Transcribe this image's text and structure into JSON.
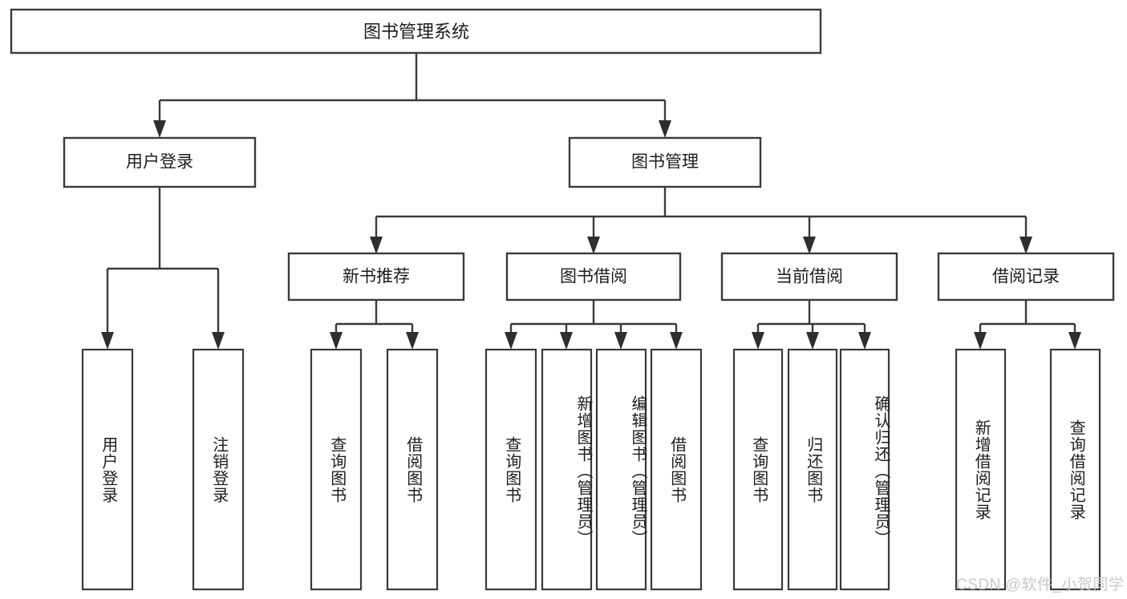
{
  "diagram": {
    "type": "tree",
    "title": "图书管理系统",
    "orientation": "top-down",
    "background_color": "#ffffff",
    "line_color": "#3a3a3a",
    "text_color": "#1d1d1d",
    "box_fill": "#ffffff"
  },
  "nodes": {
    "root": {
      "label": "图书管理系统",
      "level": 0
    },
    "l1": [
      {
        "id": "user_login",
        "label": "用户登录"
      },
      {
        "id": "book_mgmt",
        "label": "图书管理"
      }
    ],
    "l2": [
      {
        "id": "new_book_rec",
        "label": "新书推荐",
        "parent": "book_mgmt"
      },
      {
        "id": "book_borrow",
        "label": "图书借阅",
        "parent": "book_mgmt"
      },
      {
        "id": "current_borrow",
        "label": "当前借阅",
        "parent": "book_mgmt"
      },
      {
        "id": "borrow_record",
        "label": "借阅记录",
        "parent": "book_mgmt"
      }
    ],
    "leaves": [
      {
        "id": "leaf_user_login",
        "label": "用户登录",
        "parent": "user_login"
      },
      {
        "id": "leaf_user_logout",
        "label": "注销登录",
        "parent": "user_login"
      },
      {
        "id": "leaf_rec_query",
        "label": "查询图书",
        "parent": "new_book_rec"
      },
      {
        "id": "leaf_rec_borrow",
        "label": "借阅图书",
        "parent": "new_book_rec"
      },
      {
        "id": "leaf_borrow_query",
        "label": "查询图书",
        "parent": "book_borrow"
      },
      {
        "id": "leaf_borrow_add",
        "label": "新增图书（管理员）",
        "parent": "book_borrow"
      },
      {
        "id": "leaf_borrow_edit",
        "label": "编辑图书（管理员）",
        "parent": "book_borrow"
      },
      {
        "id": "leaf_borrow_lend",
        "label": "借阅图书",
        "parent": "book_borrow"
      },
      {
        "id": "leaf_cur_query",
        "label": "查询图书",
        "parent": "current_borrow"
      },
      {
        "id": "leaf_cur_return",
        "label": "归还图书",
        "parent": "current_borrow"
      },
      {
        "id": "leaf_cur_confirm",
        "label": "确认归还（管理员）",
        "parent": "current_borrow"
      },
      {
        "id": "leaf_rec_add",
        "label": "新增借阅记录",
        "parent": "borrow_record"
      },
      {
        "id": "leaf_rec_search",
        "label": "查询借阅记录",
        "parent": "borrow_record"
      }
    ]
  },
  "watermark": {
    "text": "CSDN @软件_小贺同学",
    "color": "#c9c9c9"
  }
}
